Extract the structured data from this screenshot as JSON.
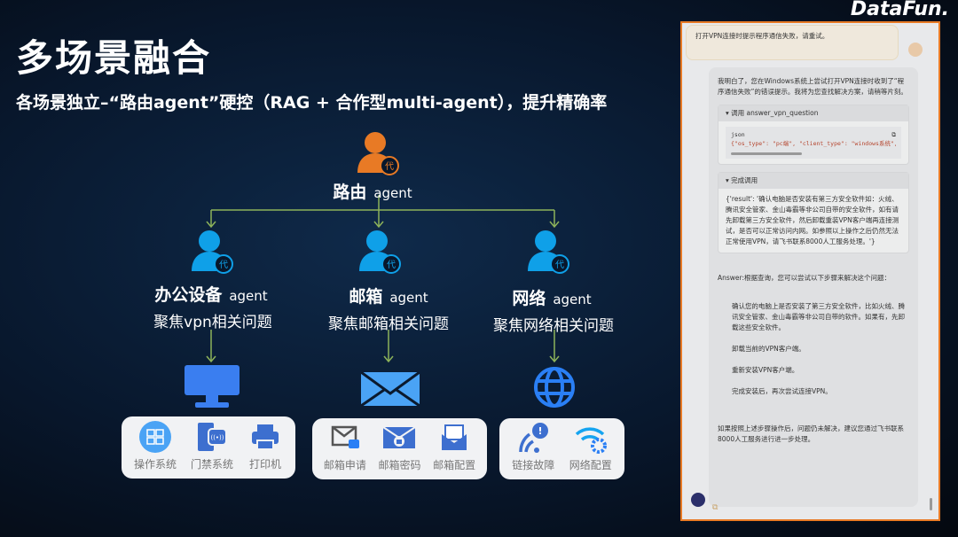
{
  "slide": {
    "title": "多场景融合",
    "subtitle": "各场景独立–“路由agent”硬控（RAG + 合作型multi-agent），提升精确率",
    "logo": "DataFun."
  },
  "router": {
    "name": "路由",
    "suffix": "agent",
    "badge": "代"
  },
  "agents": [
    {
      "name": "办公设备",
      "suffix": "agent",
      "focus": "聚焦vpn相关问题",
      "items": [
        "操作系统",
        "门禁系统",
        "打印机"
      ]
    },
    {
      "name": "邮箱",
      "suffix": "agent",
      "focus": "聚焦邮箱相关问题",
      "items": [
        "邮箱申请",
        "邮箱密码",
        "邮箱配置"
      ]
    },
    {
      "name": "网络",
      "suffix": "agent",
      "focus": "聚焦网络相关问题",
      "items": [
        "链接故障",
        "网络配置"
      ]
    }
  ],
  "chat": {
    "user_msg": "打开VPN连接时提示程序通信失败，请重试。",
    "bot_intro": "我明白了，您在Windows系统上尝试打开VPN连接时收到了“程序通信失败”的错误提示。我将为您查找解决方案，请稍等片刻。",
    "call_label": "调用 answer_vpn_question",
    "code_lang": "json",
    "code": "{\"os_type\": \"pc端\", \"client_type\": \"windows系统\", \"query\":",
    "done_label": "完成调用",
    "result": "{'result': '确认电脑是否安装有第三方安全软件如：火绒、腾讯安全管家、金山毒霸等非公司自带的安全软件，如有请先卸载第三方安全软件，然后卸载重装VPN客户端再连接测试，是否可以正常访问内网。如参照以上操作之后仍然无法正常使用VPN，请飞书联系8000人工服务处理。'}",
    "answer_intro": "Answer:根据查询，您可以尝试以下步骤来解决这个问题：",
    "steps": [
      "确认您的电脑上是否安装了第三方安全软件，比如火绒、腾讯安全管家、金山毒霸等非公司自带的软件。如果有，先卸载这些安全软件。",
      "卸载当前的VPN客户端。",
      "重新安装VPN客户端。",
      "完成安装后，再次尝试连接VPN。"
    ],
    "closing": "如果按照上述步骤操作后，问题仍未解决，建议您通过飞书联系8000人工服务进行进一步处理。"
  },
  "colors": {
    "accent": "#e87a25",
    "agent_blue": "#0fa0e8",
    "line": "#8db35a"
  }
}
